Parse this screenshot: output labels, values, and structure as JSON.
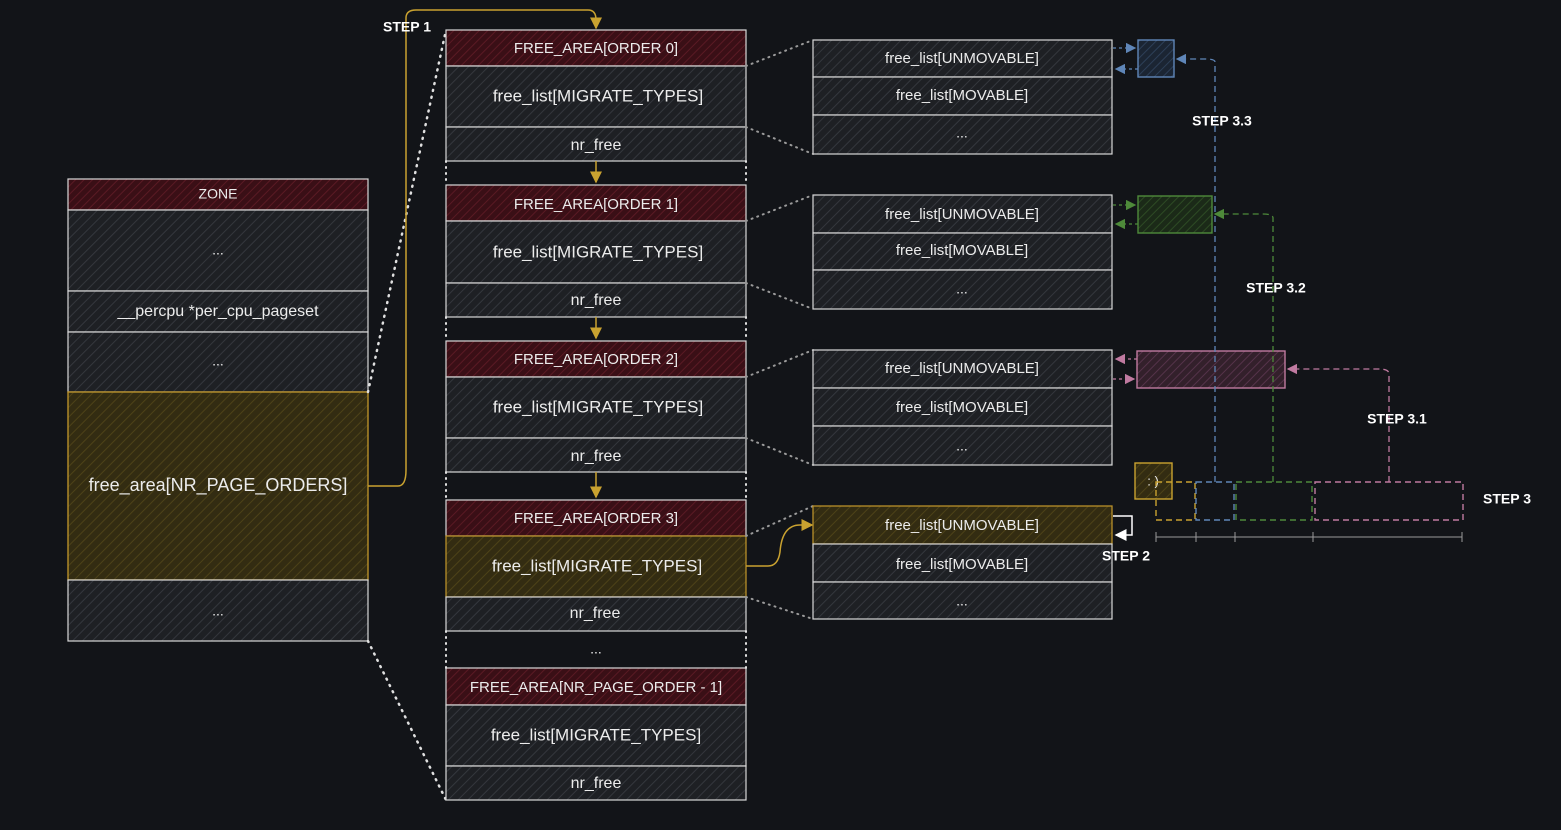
{
  "colors": {
    "background": "#121418",
    "header_fill": "#3a0f16",
    "highlight_fill": "#3f3514",
    "highlight_stroke": "#b8902a",
    "cell_fill": "#1e2024",
    "outline": "#d8d8d8",
    "blue": "#5f86b8",
    "green": "#4e8a3a",
    "pink": "#c07aa0",
    "gold": "#c9a230"
  },
  "zone": {
    "header": "ZONE",
    "ellipsis_1": "...",
    "percpu": "__percpu *per_cpu_pageset",
    "ellipsis_2": "...",
    "free_area": "free_area[NR_PAGE_ORDERS]",
    "ellipsis_3": "..."
  },
  "free_areas": [
    {
      "header": "FREE_AREA[ORDER 0]",
      "free_list": "free_list[MIGRATE_TYPES]",
      "nr_free": "nr_free"
    },
    {
      "header": "FREE_AREA[ORDER 1]",
      "free_list": "free_list[MIGRATE_TYPES]",
      "nr_free": "nr_free"
    },
    {
      "header": "FREE_AREA[ORDER 2]",
      "free_list": "free_list[MIGRATE_TYPES]",
      "nr_free": "nr_free"
    },
    {
      "header": "FREE_AREA[ORDER 3]",
      "free_list": "free_list[MIGRATE_TYPES]",
      "nr_free": "nr_free"
    },
    {
      "header": "FREE_AREA[NR_PAGE_ORDER - 1]",
      "free_list": "free_list[MIGRATE_TYPES]",
      "nr_free": "nr_free"
    }
  ],
  "free_area_gap": "...",
  "migrate_lists": [
    {
      "unmovable": "free_list[UNMOVABLE]",
      "movable": "free_list[MOVABLE]",
      "more": "..."
    },
    {
      "unmovable": "free_list[UNMOVABLE]",
      "movable": "free_list[MOVABLE]",
      "more": "..."
    },
    {
      "unmovable": "free_list[UNMOVABLE]",
      "movable": "free_list[MOVABLE]",
      "more": "..."
    },
    {
      "unmovable": "free_list[UNMOVABLE]",
      "movable": "free_list[MOVABLE]",
      "more": "..."
    }
  ],
  "steps": {
    "step1": "STEP 1",
    "step2": "STEP 2",
    "step3": "STEP 3",
    "step3_1": "STEP 3.1",
    "step3_2": "STEP 3.2",
    "step3_3": "STEP 3.3"
  },
  "smiley": ": )"
}
